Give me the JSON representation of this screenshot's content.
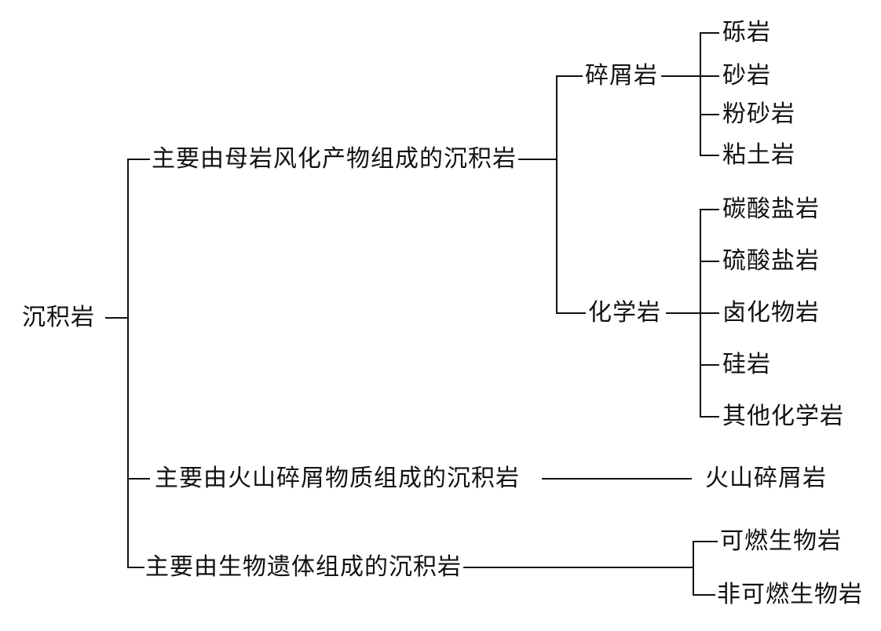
{
  "diagram_language": "zh-CN",
  "colors": {
    "background": "#ffffff",
    "line": "#111111",
    "text": "#111111"
  },
  "tree": {
    "root": {
      "label": "沉积岩"
    },
    "branches": [
      {
        "label": "主要由母岩风化产物组成的沉积岩",
        "groups": [
          {
            "label": "碎屑岩",
            "leaves": [
              {
                "label": "砾岩"
              },
              {
                "label": "砂岩"
              },
              {
                "label": "粉砂岩"
              },
              {
                "label": "粘土岩"
              }
            ]
          },
          {
            "label": "化学岩",
            "leaves": [
              {
                "label": "碳酸盐岩"
              },
              {
                "label": "硫酸盐岩"
              },
              {
                "label": "卤化物岩"
              },
              {
                "label": "硅岩"
              },
              {
                "label": "其他化学岩"
              }
            ]
          }
        ]
      },
      {
        "label": "主要由火山碎屑物质组成的沉积岩",
        "leaves": [
          {
            "label": "火山碎屑岩"
          }
        ]
      },
      {
        "label": "主要由生物遗体组成的沉积岩",
        "leaves": [
          {
            "label": "可燃生物岩"
          },
          {
            "label": "非可燃生物岩"
          }
        ]
      }
    ]
  }
}
